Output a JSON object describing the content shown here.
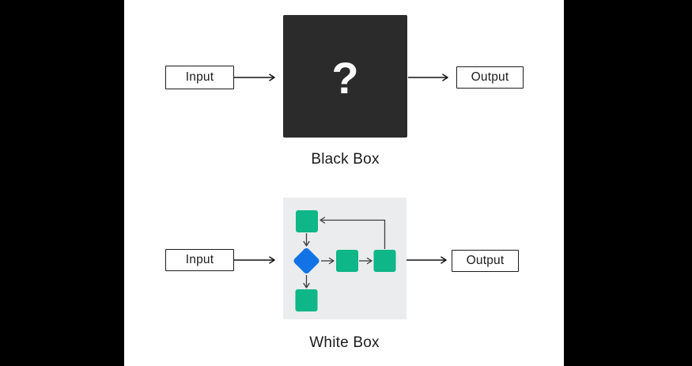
{
  "diagram": {
    "black_box": {
      "input_label": "Input",
      "output_label": "Output",
      "box_symbol": "?",
      "caption": "Black Box"
    },
    "white_box": {
      "input_label": "Input",
      "output_label": "Output",
      "caption": "White Box"
    }
  },
  "colors": {
    "page_background": "#000000",
    "content_background": "#ffffff",
    "black_box_fill": "#2b2b2b",
    "question_mark": "#fafafa",
    "white_box_fill": "#ebeced",
    "node_green": "#0eb688",
    "node_blue": "#1273e6",
    "arrow_line": "#141414",
    "inner_line": "#3d3d3d",
    "text": "#1c1c1c"
  }
}
